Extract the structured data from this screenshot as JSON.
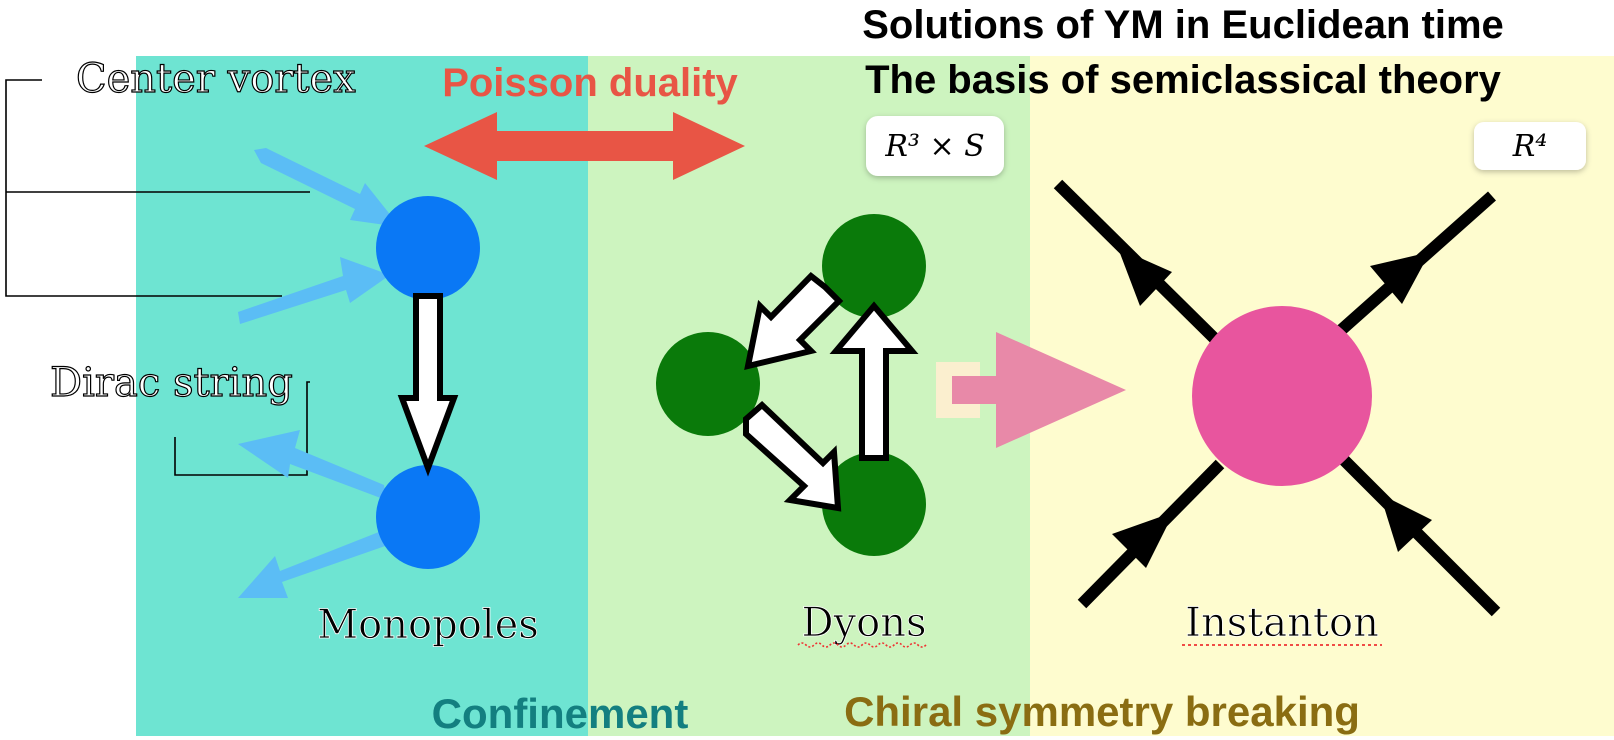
{
  "header": {
    "line1": "Solutions of YM in Euclidean time",
    "line2": "The basis of semiclassical theory"
  },
  "duality_label": "Poisson duality",
  "labels": {
    "center_vortex": "Center vortex",
    "dirac_string": "Dirac string",
    "monopoles": "Monopoles",
    "dyons": "Dyons",
    "instanton": "Instanton"
  },
  "badges": {
    "r3s": "R³ × S",
    "r4": "R⁴"
  },
  "footer": {
    "confinement": "Confinement",
    "chiral": "Chiral symmetry breaking"
  },
  "colors": {
    "panel_teal": "#6ee4d2",
    "panel_green": "#cdf4bf",
    "panel_yellow": "#fefccf",
    "monopole_blue": "#0a78f5",
    "flux_blue": "#5bbdf5",
    "dyon_green": "#0a7a0a",
    "instanton_pink": "#e8559e",
    "duality_red": "#e85545",
    "confinement_text": "#137f80",
    "chiral_text": "#8a6d12"
  }
}
